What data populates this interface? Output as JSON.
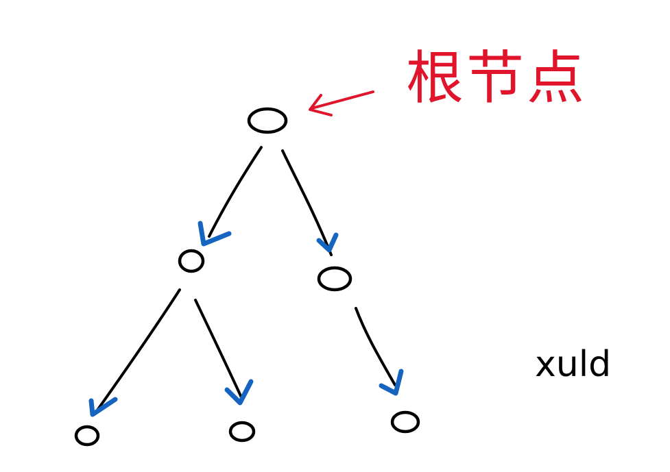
{
  "annotation": {
    "root_label": "根节点",
    "root_label_color": "#e0142a"
  },
  "signature": {
    "text": "xuld"
  },
  "colors": {
    "node_stroke": "#000000",
    "edge_stroke": "#000000",
    "arrowhead": "#1565c0",
    "annotation_arrow": "#e0142a"
  },
  "tree": {
    "nodes": [
      "root",
      "left",
      "right",
      "left-left",
      "left-right",
      "right-child"
    ],
    "edges": [
      [
        "root",
        "left"
      ],
      [
        "root",
        "right"
      ],
      [
        "left",
        "left-left"
      ],
      [
        "left",
        "left-right"
      ],
      [
        "right",
        "right-child"
      ]
    ]
  }
}
